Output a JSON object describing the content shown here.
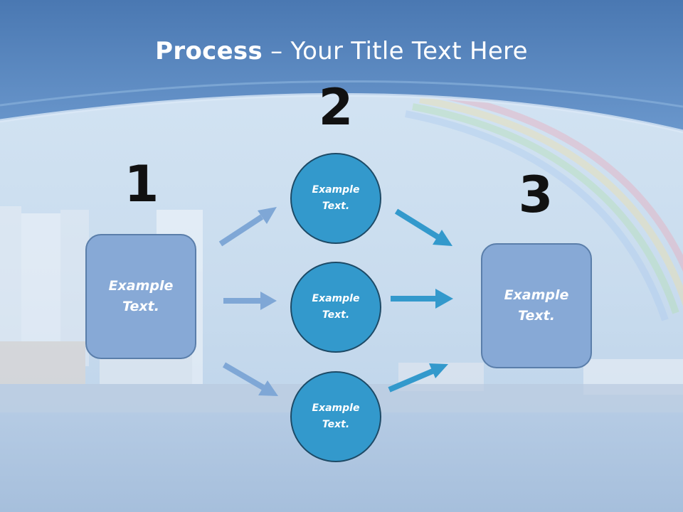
{
  "slide": {
    "title_bold": "Process",
    "title_rest": " – Your Title Text Here"
  },
  "steps": [
    {
      "number": "1",
      "text": "Example Text."
    },
    {
      "number": "2",
      "texts": [
        "Example Text.",
        "Example Text.",
        "Example Text."
      ]
    },
    {
      "number": "3",
      "text": "Example Text."
    }
  ],
  "colors": {
    "title_band": "#5b86bd",
    "box_fill": "#87a9d6",
    "circle_fill": "#3399cc",
    "arrow_light": "#7fa7d6",
    "arrow_dark": "#3399cc"
  }
}
